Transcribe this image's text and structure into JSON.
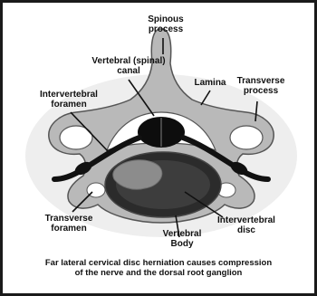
{
  "labels": {
    "spinous_process": "Spinous\nprocess",
    "vertebral_canal": "Vertebral (spinal)\ncanal",
    "lamina": "Lamina",
    "transverse_process": "Transverse\nprocess",
    "intervertebral_foramen": "Intervertebral\nforamen",
    "transverse_foramen": "Transverse\nforamen",
    "vertebral_body": "Vertebral\nBody",
    "intervertebral_disc": "Intervertebral\ndisc"
  },
  "caption": "Far lateral cervical disc herniation causes compression\nof the nerve and the dorsal root ganglion",
  "colors": {
    "bone": "#b9b9b9",
    "bone_outline": "#555555",
    "foramen_fill": "#ffffff",
    "nerve": "#111111",
    "spinal_cord": "#0d0d0d",
    "disc_dark": "#2b2b2b",
    "herniation": "#8c8c8c",
    "frame": "#1a1a1a"
  }
}
